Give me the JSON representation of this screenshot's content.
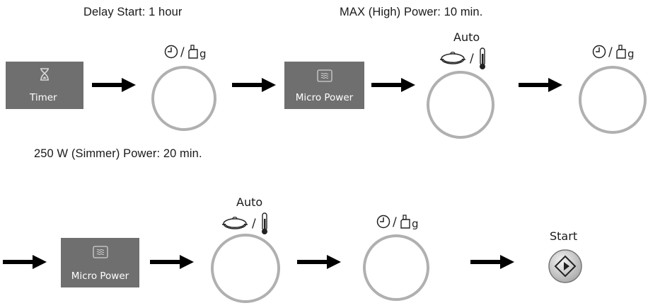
{
  "captions": {
    "delay_start": "Delay Start: 1 hour",
    "max_power": "MAX (High) Power: 10 min.",
    "simmer_power": "250 W (Simmer) Power: 20 min."
  },
  "buttons": {
    "timer": "Timer",
    "micro_power_1": "Micro Power",
    "micro_power_2": "Micro Power"
  },
  "labels": {
    "auto_1": "Auto",
    "auto_2": "Auto",
    "start": "Start",
    "slash": "/",
    "gram": "g"
  },
  "colors": {
    "button_bg": "#6f6f6f",
    "dial_ring": "#b0b0b0",
    "arrow": "#000000"
  }
}
